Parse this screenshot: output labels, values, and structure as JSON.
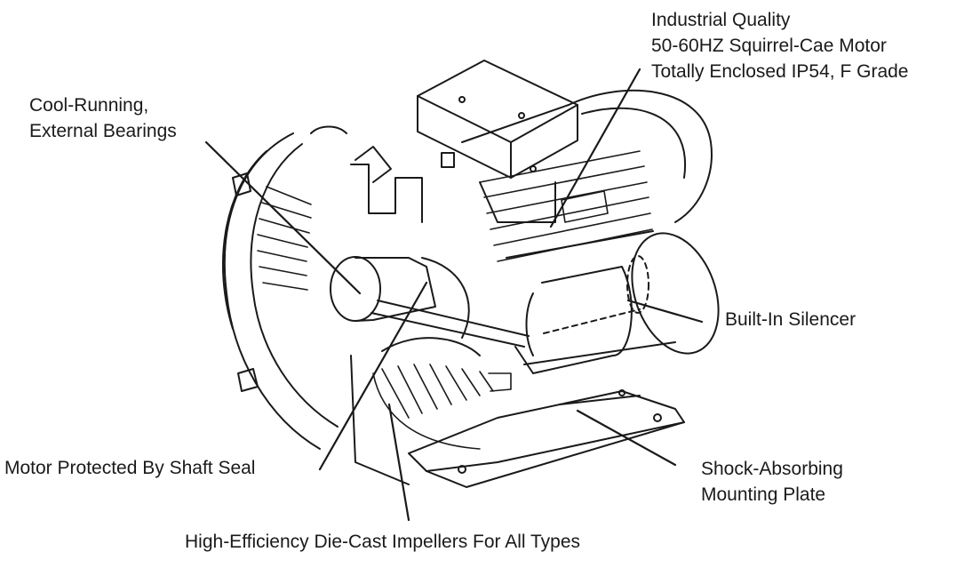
{
  "labels": {
    "motor": [
      "Industrial Quality",
      "50-60HZ Squirrel-Cae Motor",
      "Totally Enclosed IP54, F Grade"
    ],
    "bearings": [
      "Cool-Running,",
      "External Bearings"
    ],
    "silencer": "Built-In Silencer",
    "seal": "Motor Protected By Shaft Seal",
    "shock": [
      "Shock-Absorbing",
      "Mounting Plate"
    ],
    "impellers": "High-Efficiency Die-Cast Impellers For All Types"
  },
  "colors": {
    "ink": "#1a1a1a",
    "background": "#ffffff"
  }
}
